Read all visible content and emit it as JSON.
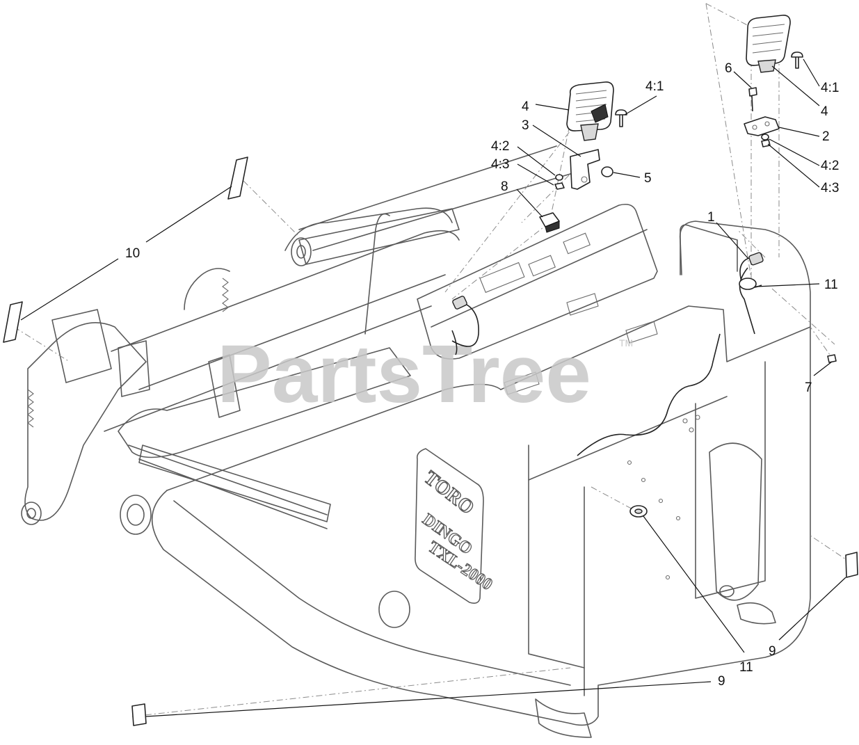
{
  "watermark": {
    "text": "PartsTree",
    "tm": "TM"
  },
  "machine_branding": {
    "brand": "TORO",
    "model": "DINGO",
    "series": "TXL-2000"
  },
  "callouts": {
    "c1": "1",
    "c2": "2",
    "c3": "3",
    "c4_left": "4",
    "c4_right": "4",
    "c4_1_left": "4:1",
    "c4_1_right": "4:1",
    "c4_2_left": "4:2",
    "c4_2_right": "4:2",
    "c4_3_left": "4:3",
    "c4_3_right": "4:3",
    "c5": "5",
    "c6": "6",
    "c7": "7",
    "c8": "8",
    "c9_right": "9",
    "c9_bottom": "9",
    "c10": "10",
    "c11_upper": "11",
    "c11_lower": "11"
  }
}
